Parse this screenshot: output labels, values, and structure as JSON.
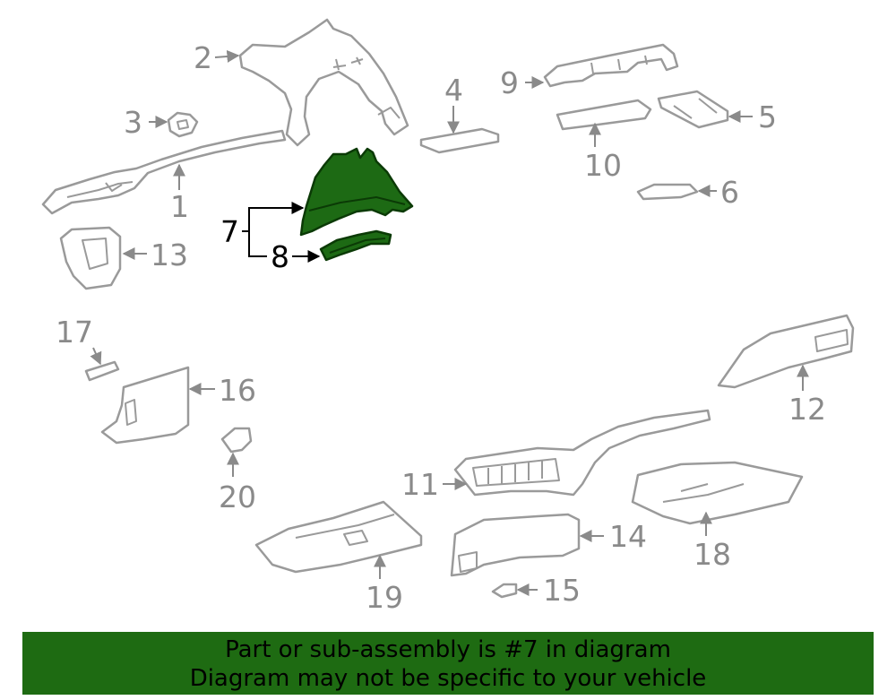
{
  "diagram": {
    "highlighted_part": "7",
    "colors": {
      "highlight": "#1d6a14",
      "outline": "#9a9a9a",
      "banner": "#1e6b12"
    },
    "callouts": [
      {
        "id": "p1",
        "label": "1"
      },
      {
        "id": "p2",
        "label": "2"
      },
      {
        "id": "p3",
        "label": "3"
      },
      {
        "id": "p4",
        "label": "4"
      },
      {
        "id": "p5",
        "label": "5"
      },
      {
        "id": "p6",
        "label": "6"
      },
      {
        "id": "p7",
        "label": "7"
      },
      {
        "id": "p8",
        "label": "8"
      },
      {
        "id": "p9",
        "label": "9"
      },
      {
        "id": "p10",
        "label": "10"
      },
      {
        "id": "p11",
        "label": "11"
      },
      {
        "id": "p12",
        "label": "12"
      },
      {
        "id": "p13",
        "label": "13"
      },
      {
        "id": "p14",
        "label": "14"
      },
      {
        "id": "p15",
        "label": "15"
      },
      {
        "id": "p16",
        "label": "16"
      },
      {
        "id": "p17",
        "label": "17"
      },
      {
        "id": "p18",
        "label": "18"
      },
      {
        "id": "p19",
        "label": "19"
      },
      {
        "id": "p20",
        "label": "20"
      }
    ]
  },
  "banner": {
    "line1": "Part or sub-assembly is #7 in diagram",
    "line2": "Diagram may not be specific to your vehicle"
  }
}
